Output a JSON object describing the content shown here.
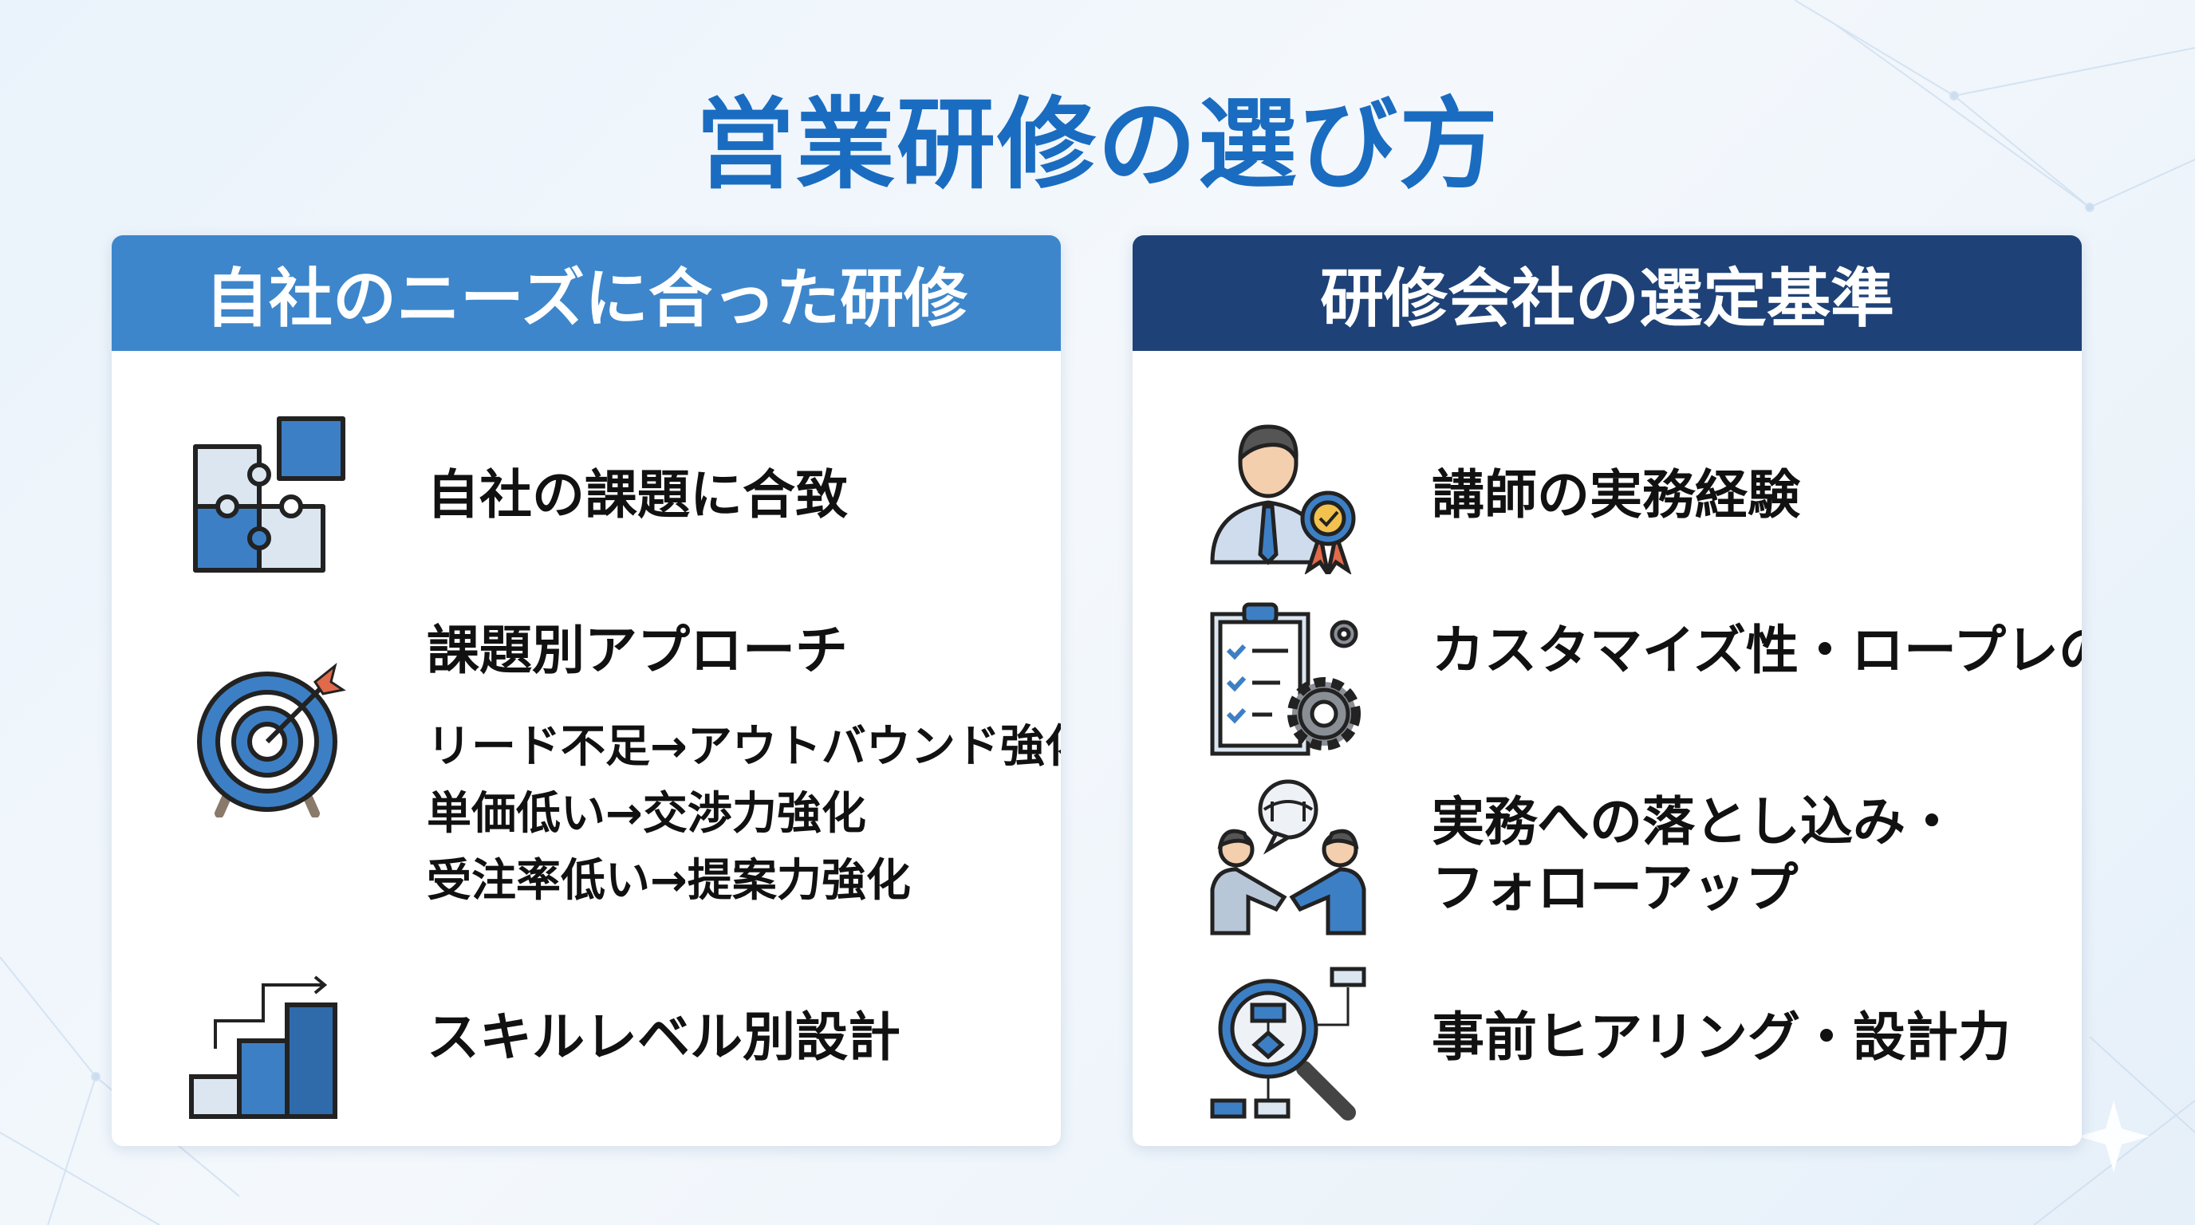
{
  "title": "営業研修の選び方",
  "left_panel": {
    "header": "自社のニーズに合った研修",
    "items": [
      {
        "icon": "puzzle-icon",
        "label": "自社の課題に合致"
      },
      {
        "icon": "target-icon",
        "label": "課題別アプローチ",
        "details": [
          "リード不足→アウトバウンド強化",
          "単価低い→交渉力強化",
          "受注率低い→提案力強化"
        ]
      },
      {
        "icon": "growth-steps-icon",
        "label": "スキルレベル別設計"
      }
    ]
  },
  "right_panel": {
    "header": "研修会社の選定基準",
    "items": [
      {
        "icon": "certified-instructor-icon",
        "label": "講師の実務経験"
      },
      {
        "icon": "checklist-gear-icon",
        "label": "カスタマイズ性・ロープレの質"
      },
      {
        "icon": "handshake-icon",
        "label": "実務への落とし込み・",
        "label2": "フォローアップ"
      },
      {
        "icon": "magnifier-flowchart-icon",
        "label": "事前ヒアリング・設計力"
      }
    ]
  },
  "colors": {
    "title": "#1a6cc0",
    "left_header": "#3d86cb",
    "right_header": "#1e4277"
  }
}
